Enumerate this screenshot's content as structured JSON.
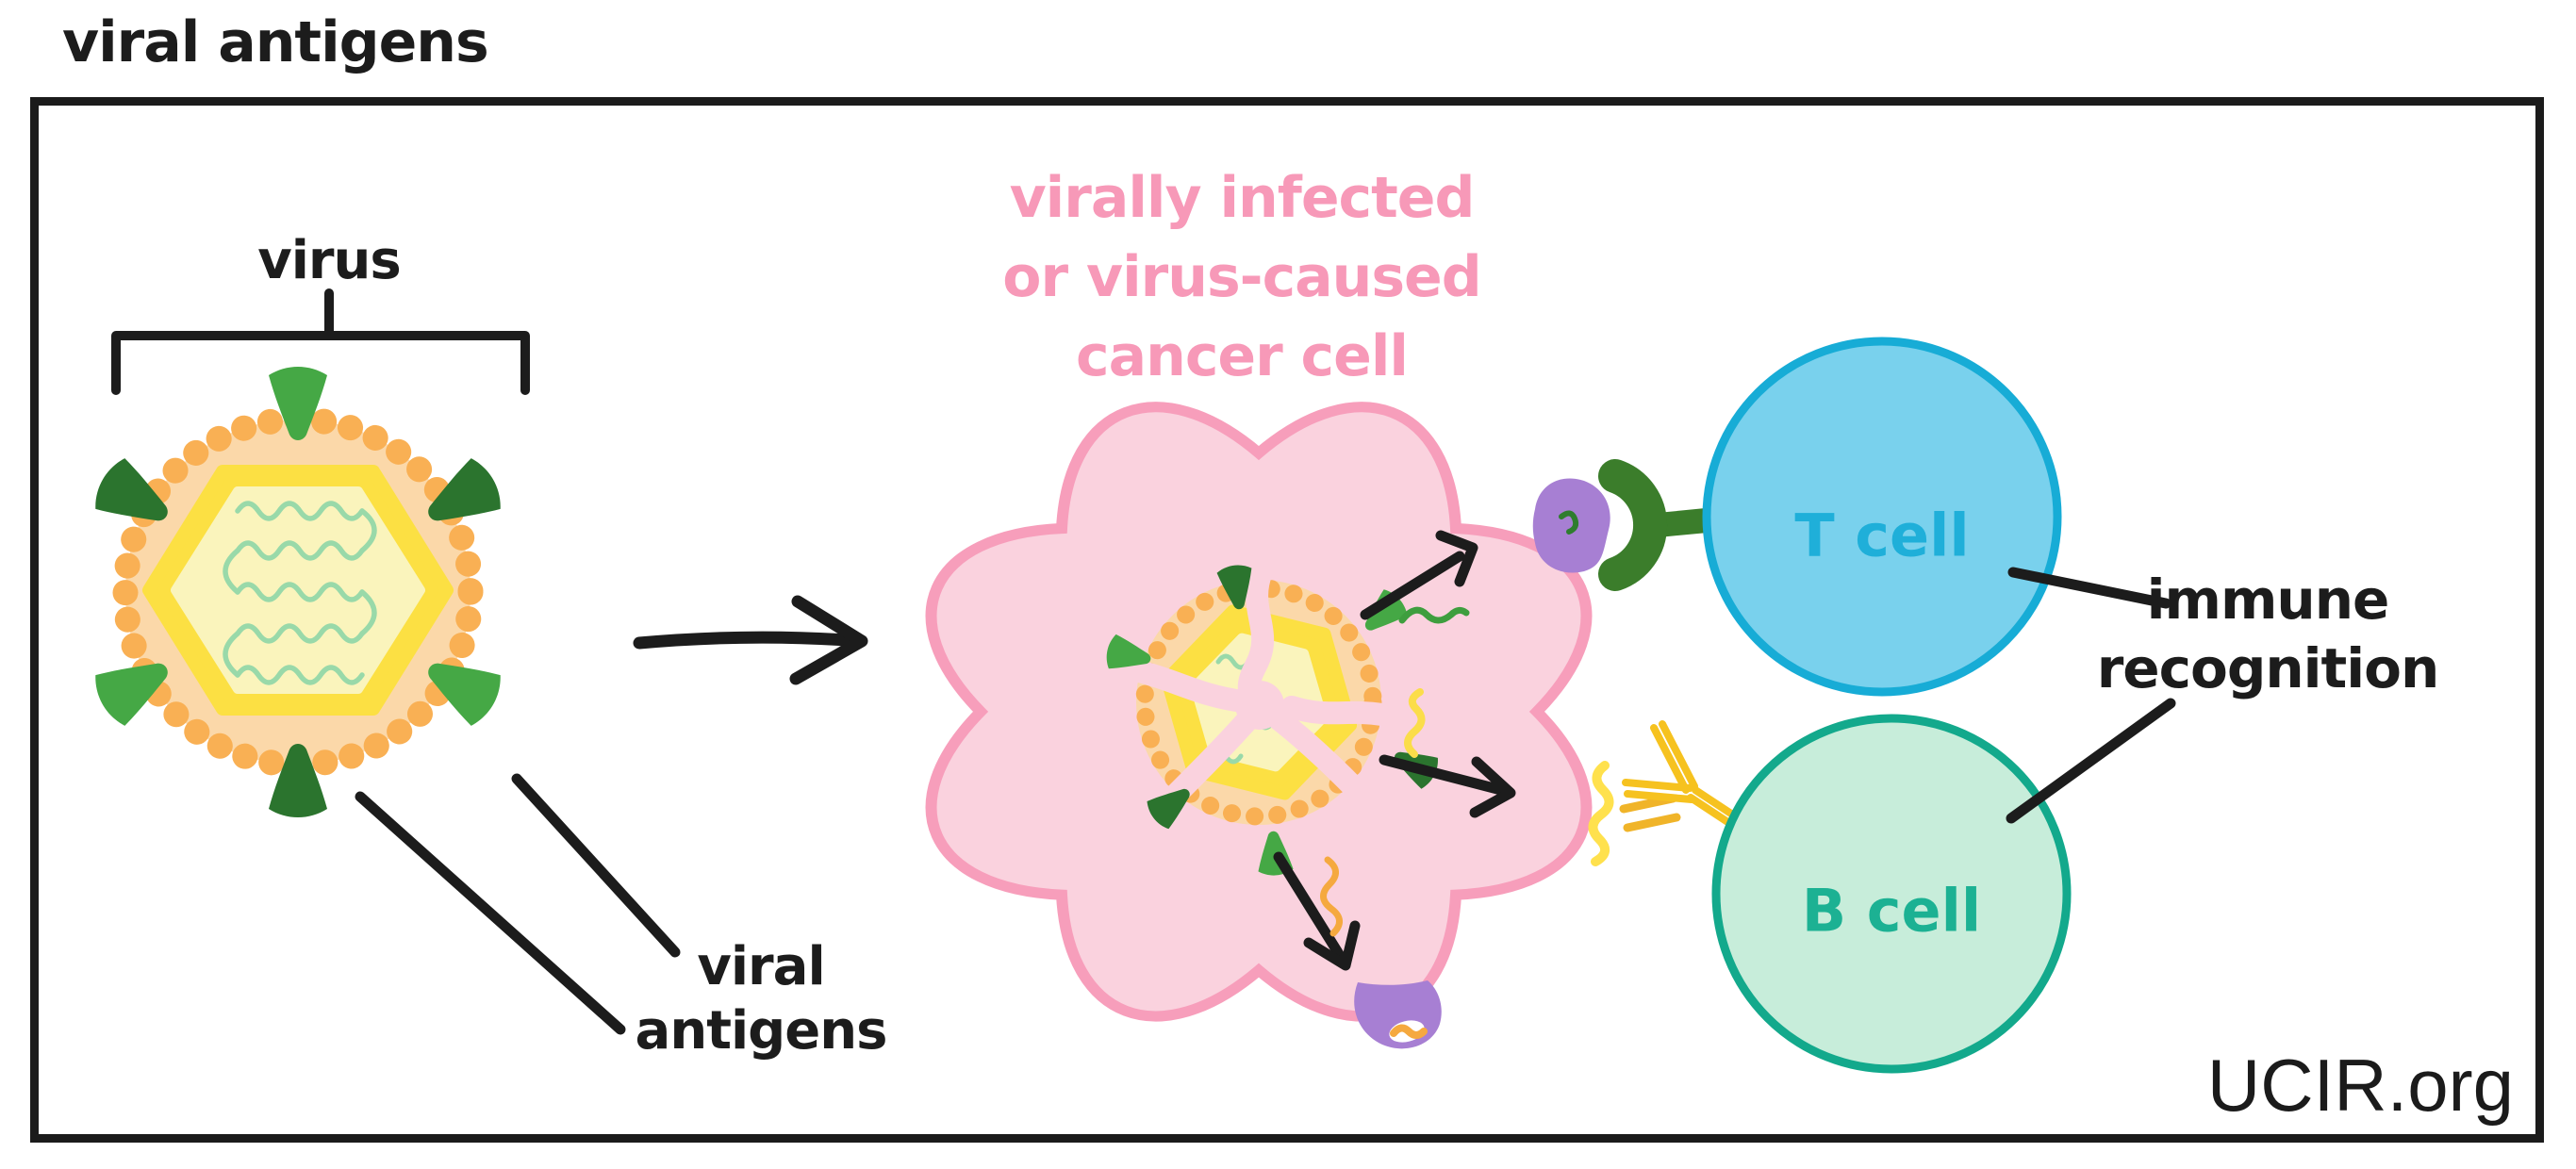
{
  "header": {
    "title": "viral antigens"
  },
  "diagram": {
    "virus_label": "virus",
    "infected_cell_label": "virally infected\nor virus-caused\ncancer cell",
    "viral_antigens_label": "viral\nantigens",
    "immune_recognition_label": "immune\nrecognition",
    "t_cell_label": "T cell",
    "b_cell_label": "B cell"
  },
  "footer": {
    "credit": "UCIR.org"
  },
  "colors": {
    "outline_black": "#1c1c1c",
    "virus_envelope_beads": "#F9B054",
    "virus_envelope_fill": "#FBD8A9",
    "capsid_yellow": "#FCE043",
    "capsid_inner_yellow": "#FAF4BC",
    "rna_green": "#99D9A9",
    "antigen_green_light": "#45A845",
    "antigen_green_dark": "#2B742E",
    "infected_cell_fill": "#FAD2DE",
    "infected_cell_outline": "#F79EBB",
    "infected_cell_label_pink": "#F799B8",
    "mhc_purple": "#A77FD3",
    "tcr_green": "#3B7D2B",
    "antibody_yellow": "#F6C21F",
    "t_cell_fill": "#79D1ED",
    "t_cell_outline": "#17ACD6",
    "t_cell_text": "#1FAFD9",
    "b_cell_fill": "#C7EDDA",
    "b_cell_outline": "#13A98C",
    "b_cell_text": "#1CB193"
  }
}
